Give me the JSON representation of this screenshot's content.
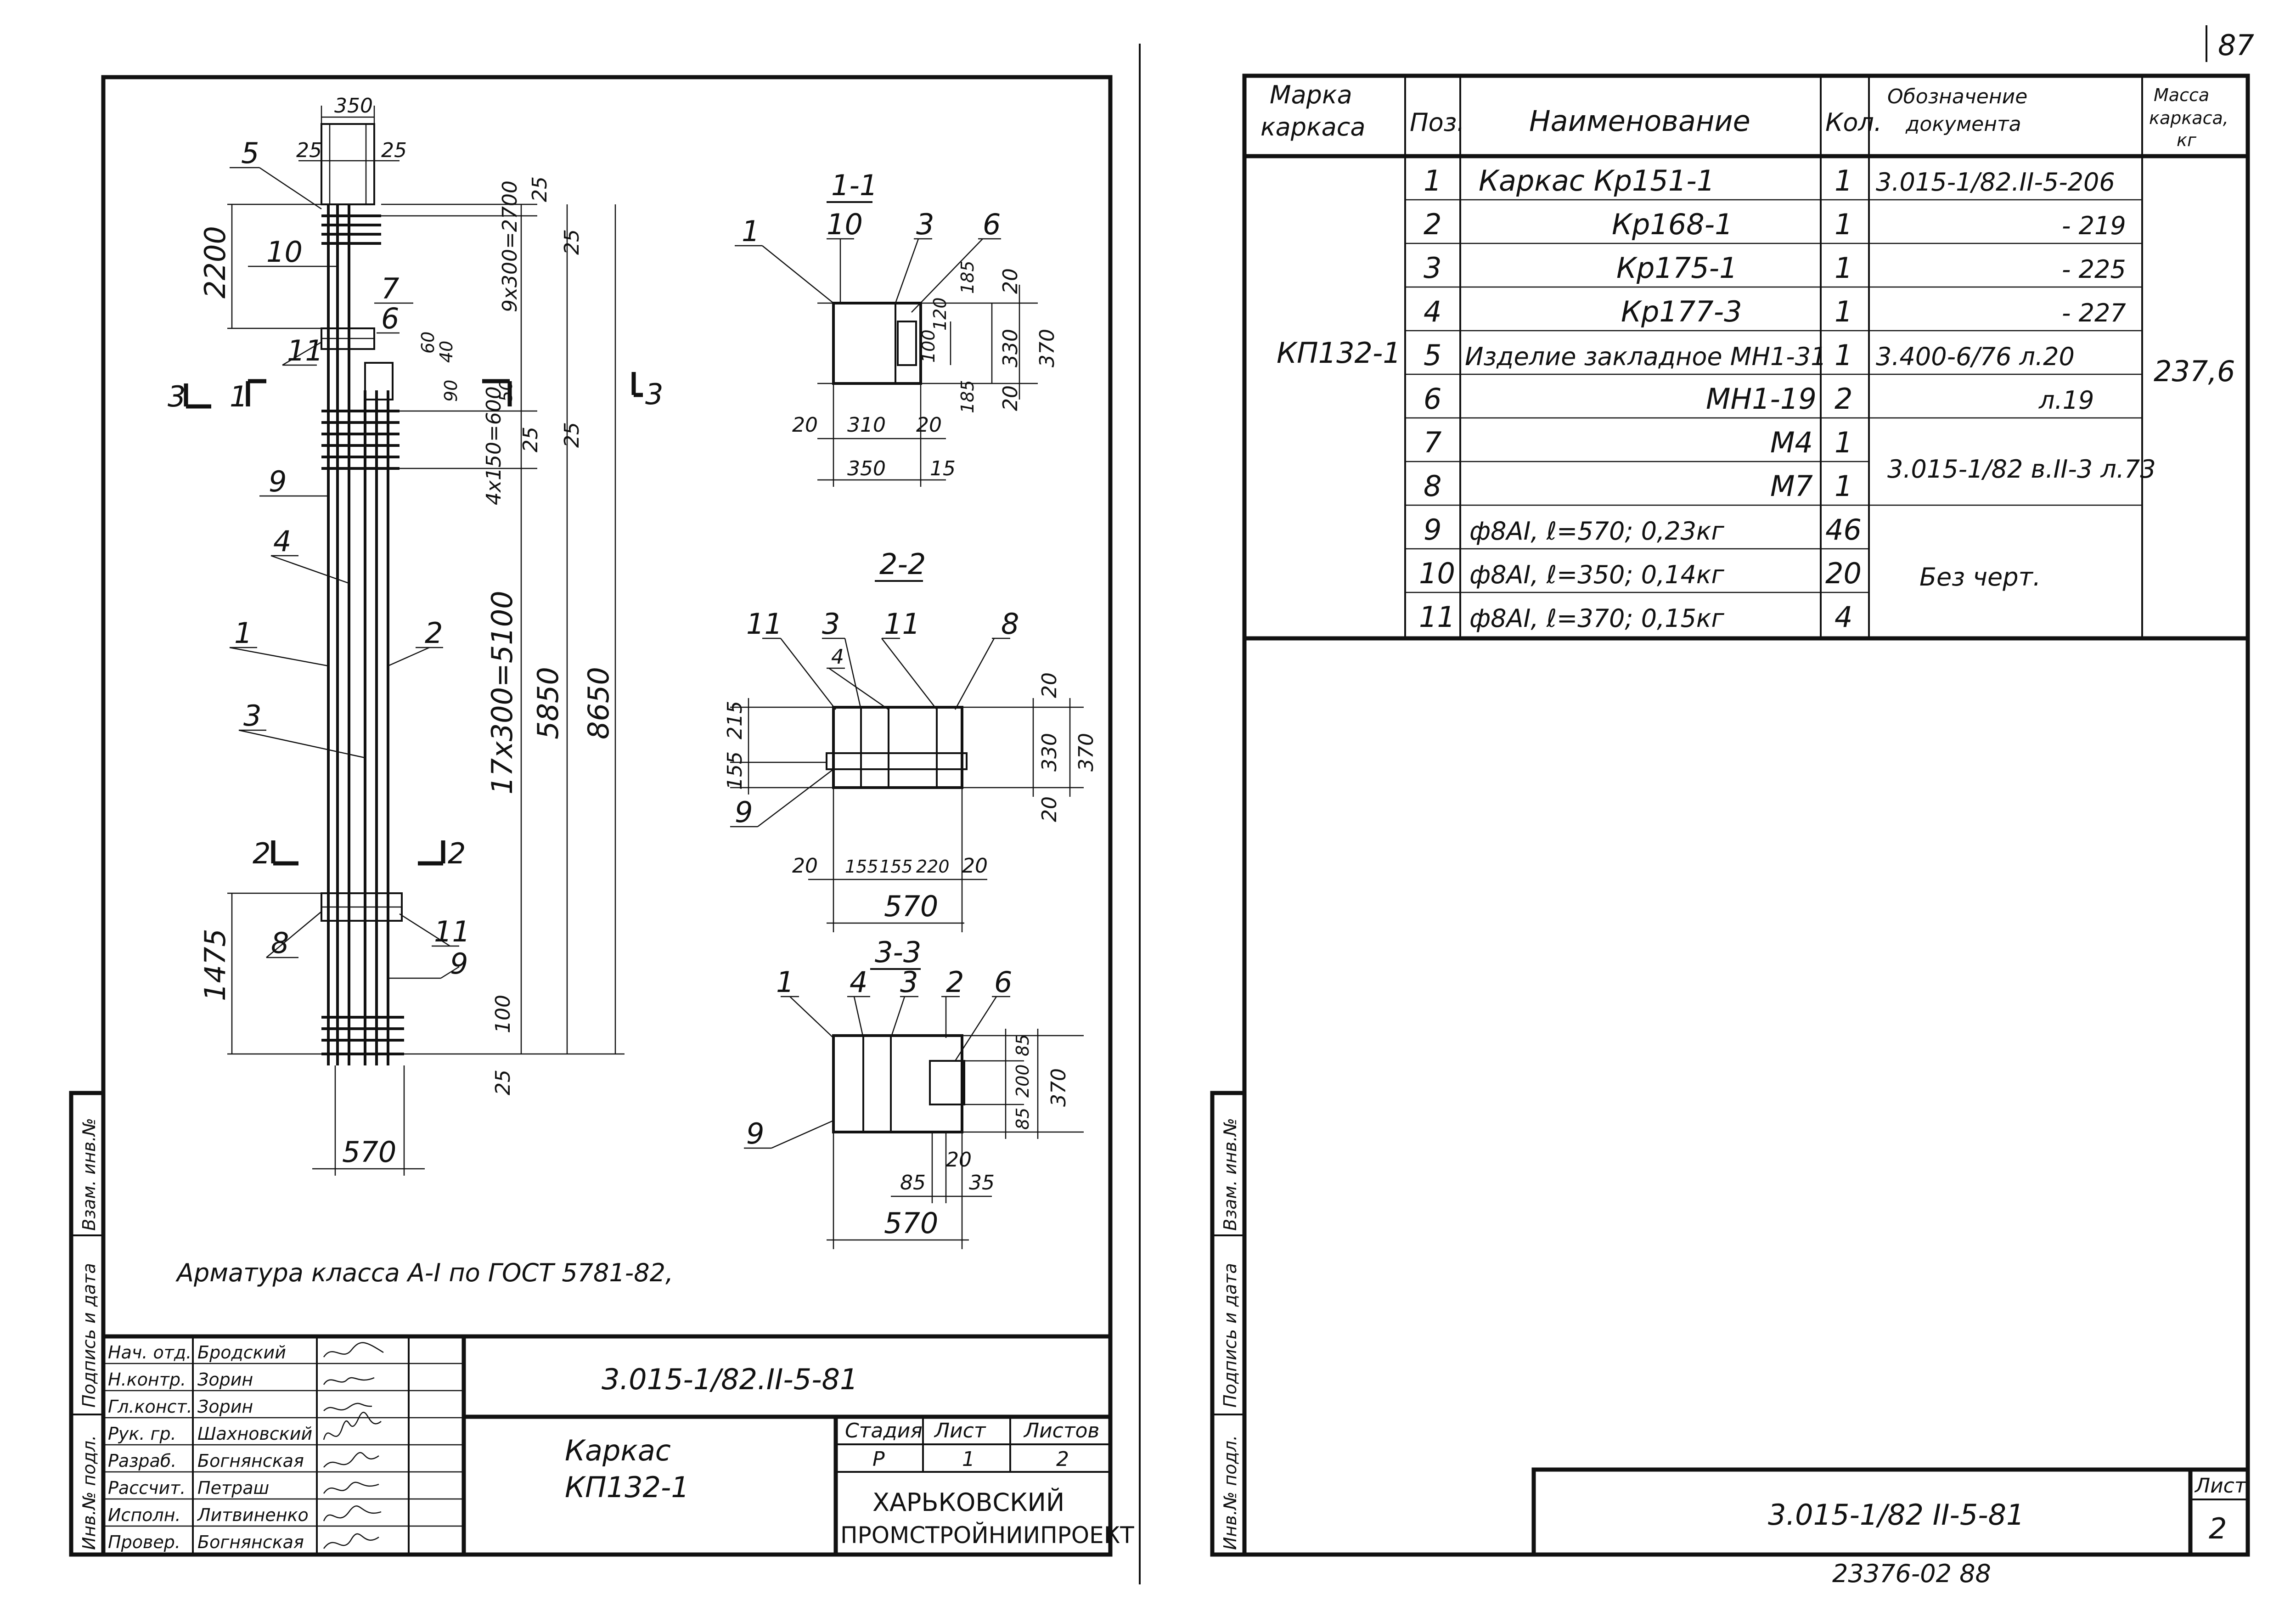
{
  "page_number_top": "87",
  "footer_number": "23376-02   88",
  "left_sheet": {
    "note": "Арматура класса А-I по ГОСТ 5781-82,",
    "section_titles": [
      "1-1",
      "2-2",
      "3-3"
    ],
    "section_marks": [
      "3",
      "1",
      "3",
      "2",
      "2"
    ],
    "elevation_dims": {
      "top_width": "350",
      "top_edge_left": "25",
      "top_edge_right": "25",
      "h2200": "2200",
      "d25a": "25",
      "span_9x300": "9x300=2700",
      "d25b": "25",
      "d40": "40",
      "d60": "60",
      "d50": "50",
      "d90": "90",
      "d25c": "25",
      "d25d": "25",
      "span_4x150": "4x150=600",
      "span_17x300": "17x300=5100",
      "h5850": "5850",
      "h8650": "8650",
      "h1475": "1475",
      "d100": "100",
      "d25e": "25",
      "bottom_width": "570"
    },
    "elevation_callouts": [
      "5",
      "10",
      "7",
      "6",
      "11",
      "9",
      "4",
      "1",
      "2",
      "3",
      "8",
      "11",
      "9"
    ],
    "s11": {
      "callouts": [
        "1",
        "10",
        "3",
        "6"
      ],
      "dims": [
        "185",
        "20",
        "100",
        "120",
        "330",
        "370",
        "185",
        "20",
        "20",
        "310",
        "20",
        "350",
        "15"
      ]
    },
    "s22": {
      "callouts": [
        "11",
        "3",
        "11",
        "8",
        "4",
        "9"
      ],
      "dims": [
        "20",
        "330",
        "370",
        "20",
        "155",
        "215",
        "20",
        "155",
        "155",
        "220",
        "20",
        "570"
      ]
    },
    "s33": {
      "callouts": [
        "1",
        "4",
        "3",
        "2",
        "6",
        "9"
      ],
      "dims": [
        "85",
        "200",
        "85",
        "370",
        "20",
        "85",
        "35",
        "570"
      ]
    },
    "side_stamp": [
      "Инв.№ подл.",
      "Подпись и дата",
      "Взам. инв.№"
    ],
    "title_block": {
      "doc_code": "3.015-1/82.II-5-81",
      "roles": [
        "Нач. отд.",
        "Н.контр.",
        "Гл.конст.",
        "Рук. гр.",
        "Разраб.",
        "Рассчит.",
        "Исполн.",
        "Провер."
      ],
      "names": [
        "Бродский",
        "Зорин",
        "Зорин",
        "Шахновский",
        "Богнянская",
        "Петраш",
        "Литвиненко",
        "Богнянская"
      ],
      "title_lines": [
        "Каркас",
        "КП132-1"
      ],
      "stage_header": "Стадия",
      "sheet_header": "Лист",
      "sheets_header": "Листов",
      "stage": "Р",
      "sheet": "1",
      "sheets": "2",
      "org_lines": [
        "ХАРЬКОВСКИЙ",
        "ПРОМСТРОЙНИИПРОЕКТ"
      ]
    }
  },
  "right_sheet": {
    "headers": {
      "marka": [
        "Марка",
        "каркаса"
      ],
      "pos": "Поз.",
      "name": "Наименование",
      "qty": "Кол.",
      "doc": [
        "Обозначение",
        "документа"
      ],
      "mass": [
        "Масса",
        "каркаса,",
        "кг"
      ]
    },
    "marka": "КП132-1",
    "mass": "237,6",
    "rows": [
      {
        "pos": "1",
        "name": "Каркас Кр151-1",
        "qty": "1",
        "doc": "3.015-1/82.II-5-206"
      },
      {
        "pos": "2",
        "name": "Кр168-1",
        "qty": "1",
        "doc": "- 219"
      },
      {
        "pos": "3",
        "name": "Кр175-1",
        "qty": "1",
        "doc": "- 225"
      },
      {
        "pos": "4",
        "name": "Кр177-3",
        "qty": "1",
        "doc": "- 227"
      },
      {
        "pos": "5",
        "name": "Изделие закладное МН1-31",
        "qty": "1",
        "doc": "3.400-6/76   л.20"
      },
      {
        "pos": "6",
        "name": "МН1-19",
        "qty": "2",
        "doc": "л.19"
      },
      {
        "pos": "7",
        "name": "М4",
        "qty": "1",
        "doc": ""
      },
      {
        "pos": "8",
        "name": "М7",
        "qty": "1",
        "doc": ""
      },
      {
        "pos": "9",
        "name": "ф8АI,   ℓ=570;   0,23кг",
        "qty": "46",
        "doc": ""
      },
      {
        "pos": "10",
        "name": "ф8АI,   ℓ=350;   0,14кг",
        "qty": "20",
        "doc": ""
      },
      {
        "pos": "11",
        "name": "ф8АI,   ℓ=370;   0,15кг",
        "qty": "4",
        "doc": ""
      }
    ],
    "doc_m4_m7": "3.015-1/82 в.II-3 л.73",
    "doc_bars": "Без черт.",
    "side_stamp": [
      "Инв.№ подл.",
      "Подпись и дата",
      "Взам. инв.№"
    ],
    "bottom_doc_code": "3.015-1/82 II-5-81",
    "sheet_header": "Лист",
    "sheet_number": "2"
  }
}
